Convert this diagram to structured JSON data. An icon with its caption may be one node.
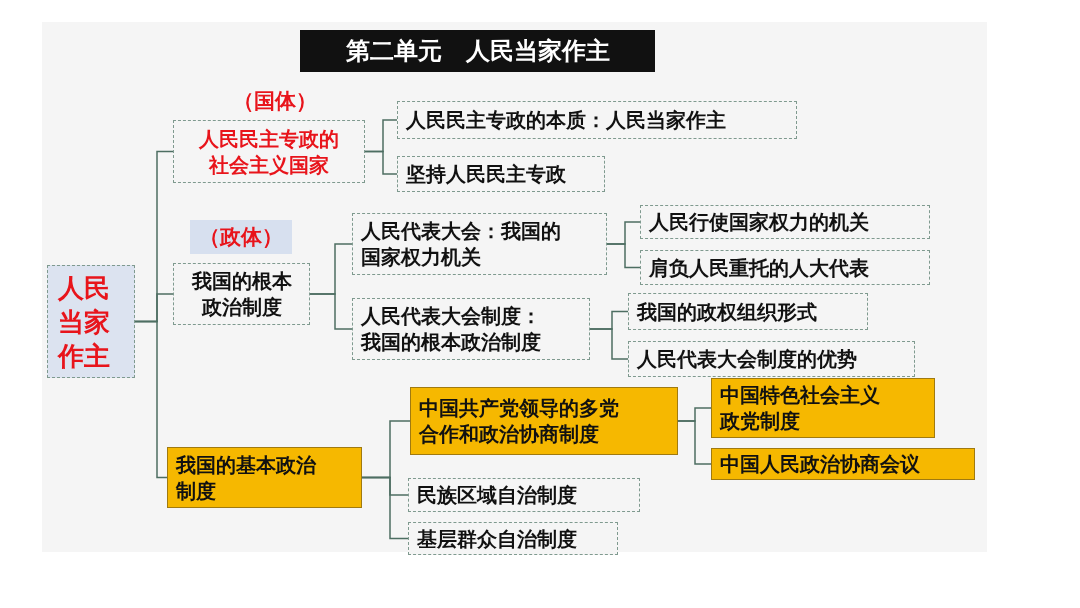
{
  "diagram": {
    "title": "第二单元　人民当家作主",
    "nodes": [
      {
        "text": [
          "人民当家作主"
        ]
      },
      {
        "text": [
          "（国体）",
          "人民民主专政的社会主义国家"
        ]
      },
      {
        "text": [
          "人民民主专政的本质：人民当家作主"
        ]
      },
      {
        "text": [
          "坚持人民民主专政"
        ]
      },
      {
        "text": [
          "（政体）"
        ]
      },
      {
        "text": [
          "我国的根本政治制度"
        ]
      },
      {
        "text": [
          "人民代表大会：我国的国家权力机关"
        ]
      },
      {
        "text": [
          "人民行使国家权力的机关"
        ]
      },
      {
        "text": [
          "肩负人民重托的人大代表"
        ]
      },
      {
        "text": [
          "人民代表大会制度：我国的根本政治制度"
        ]
      },
      {
        "text": [
          "我国的政权组织形式"
        ]
      },
      {
        "text": [
          "人民代表大会制度的优势"
        ]
      },
      {
        "text": [
          "我国的基本政治制度"
        ]
      },
      {
        "text": [
          "中国共产党领导的多党合作和政治协商制度"
        ]
      },
      {
        "text": [
          "中国特色社会主义政党制度"
        ]
      },
      {
        "text": [
          "中国人民政治协商会议"
        ]
      },
      {
        "text": [
          "民族区域自治制度"
        ]
      },
      {
        "text": [
          "基层群众自治制度"
        ]
      }
    ],
    "edges": [
      {
        "from": 0,
        "to": 1,
        "arrow": "none"
      },
      {
        "from": 0,
        "to": 5,
        "arrow": "none"
      },
      {
        "from": 0,
        "to": 12,
        "arrow": "none"
      },
      {
        "from": 1,
        "to": 2,
        "arrow": "none"
      },
      {
        "from": 1,
        "to": 3,
        "arrow": "none"
      },
      {
        "from": 5,
        "to": 6,
        "arrow": "none"
      },
      {
        "from": 5,
        "to": 9,
        "arrow": "none"
      },
      {
        "from": 6,
        "to": 7,
        "arrow": "none"
      },
      {
        "from": 6,
        "to": 8,
        "arrow": "none"
      },
      {
        "from": 9,
        "to": 10,
        "arrow": "none"
      },
      {
        "from": 9,
        "to": 11,
        "arrow": "none"
      },
      {
        "from": 12,
        "to": 13,
        "arrow": "none"
      },
      {
        "from": 12,
        "to": 16,
        "arrow": "none"
      },
      {
        "from": 12,
        "to": 17,
        "arrow": "none"
      },
      {
        "from": 13,
        "to": 14,
        "arrow": "none"
      },
      {
        "from": 13,
        "to": 15,
        "arrow": "none"
      }
    ]
  }
}
